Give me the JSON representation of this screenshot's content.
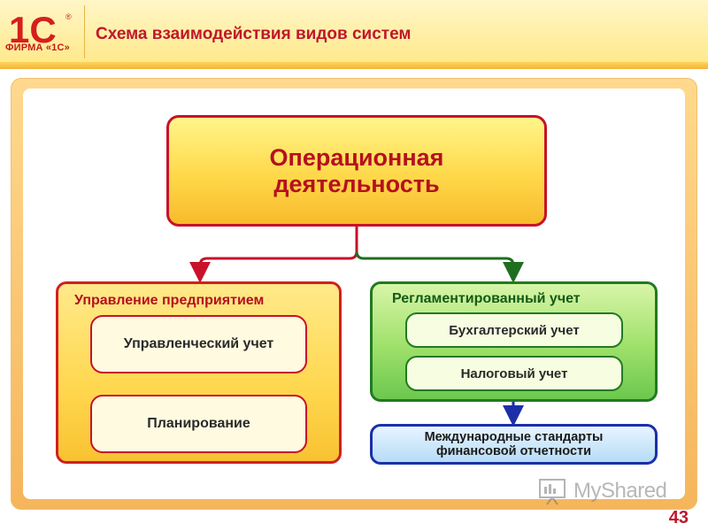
{
  "header": {
    "logo_mark": "1С",
    "logo_registered": "®",
    "logo_text": "ФИРМА «1С»",
    "title": "Схема взаимодействия видов систем"
  },
  "diagram": {
    "operational": {
      "label": "Операционная деятельность"
    },
    "management": {
      "title": "Управление предприятием",
      "items": [
        "Управленческий учет",
        "Планирование"
      ]
    },
    "regulated": {
      "title": "Регламентированный учет",
      "items": [
        "Бухгалтерский учет",
        "Налоговый учет"
      ]
    },
    "ifrs": {
      "label": "Международные стандарты финансовой отчетности"
    }
  },
  "watermark": {
    "text": "MyShared"
  },
  "footer": {
    "page_number": "43"
  },
  "colors": {
    "brand_red": "#c0172b",
    "mgmt_border": "#d02020",
    "reg_border": "#227a22",
    "ifrs_border": "#1b2fa8"
  },
  "icons": [
    "1c-logo-icon",
    "presentation-board-icon"
  ]
}
